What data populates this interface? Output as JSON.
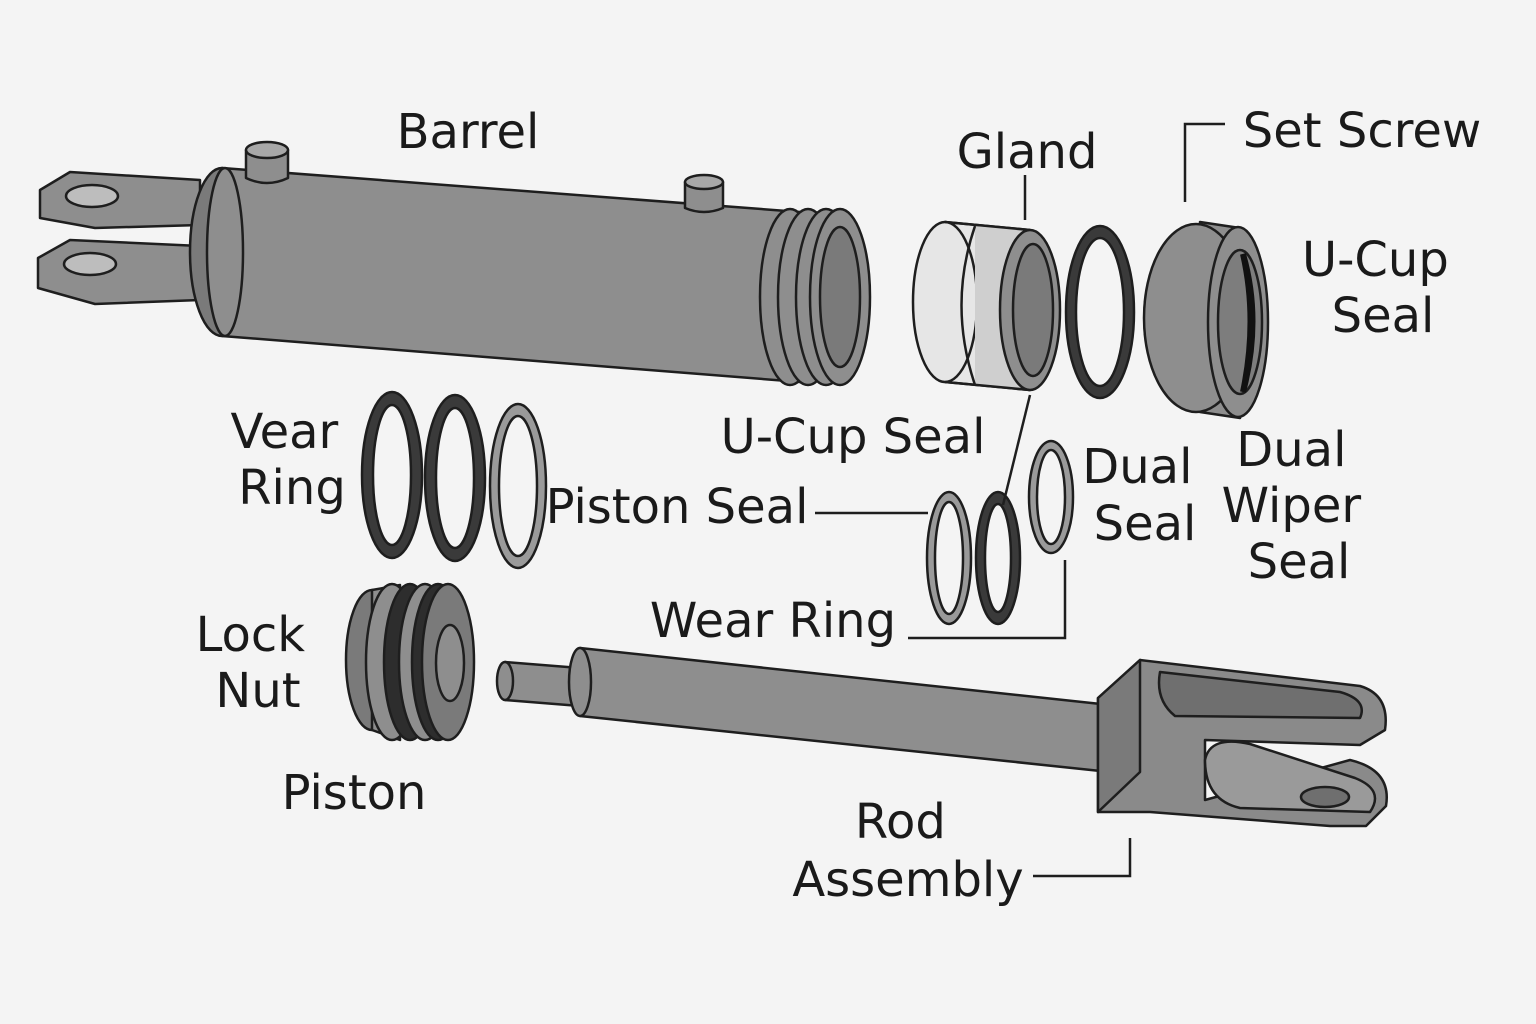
{
  "colors": {
    "background": "#f4f4f4",
    "metal": "#8e8e8e",
    "metal_dark": "#6f6f6f",
    "metal_light": "#d8d8d8",
    "seal_dark": "#3a3a3a",
    "seal_light": "#9a9a9a",
    "outline": "#1e1e1e"
  },
  "labels": {
    "barrel": "Barrel",
    "gland": "Gland",
    "set_screw": "Set Screw",
    "u_cup_seal_top": [
      "U-Cup",
      "Seal"
    ],
    "u_cup_seal_mid": "U-Cup Seal",
    "vear_ring": [
      "Vear",
      "Ring"
    ],
    "piston_seal": "Piston Seal",
    "dual_seal": [
      "Dual",
      "Seal"
    ],
    "dual_wiper_seal": [
      "Dual",
      "Wiper",
      "Seal"
    ],
    "wear_ring": "Wear Ring",
    "lock_nut": [
      "Lock",
      "Nut"
    ],
    "piston": "Piston",
    "rod_assembly": [
      "Rod",
      "Assembly"
    ]
  }
}
